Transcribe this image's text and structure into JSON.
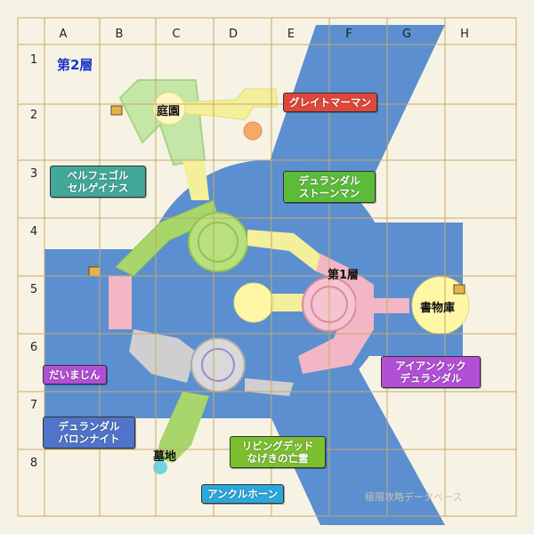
{
  "map": {
    "floor_title": "第2層",
    "floor1_label": "第1層",
    "columns": [
      "A",
      "B",
      "C",
      "D",
      "E",
      "F",
      "G",
      "H"
    ],
    "rows": [
      "1",
      "2",
      "3",
      "4",
      "5",
      "6",
      "7",
      "8"
    ],
    "rooms": {
      "garden": "庭園",
      "library": "書物庫",
      "graveyard": "墓地"
    },
    "watermark": "極限攻略データベース"
  },
  "monsters": {
    "great_mermaid": "グレイトマーマン",
    "belphegor": "ベルフェゴル\nセルゲイナス",
    "dullahan_stoneman": "デュランダル\nストーンマン",
    "daimajin": "だいまじん",
    "ironcook": "アイアンクック\nデュランダル",
    "dullahan_baron": "デュランダル\nバロンナイト",
    "living_dead": "リビングデッド\nなげきの亡霊",
    "ankle_horn": "アンクルホーン"
  },
  "colors": {
    "water": "#5b8fd0",
    "grid_line": "#c9a86a",
    "callout_red": "#e0473b",
    "callout_teal": "#41a89a",
    "callout_green": "#5dbb3a",
    "callout_purple": "#b24fd6",
    "callout_blue": "#4f74c9",
    "callout_cyan": "#2aa8dc",
    "callout_olive": "#7bbf2e"
  }
}
